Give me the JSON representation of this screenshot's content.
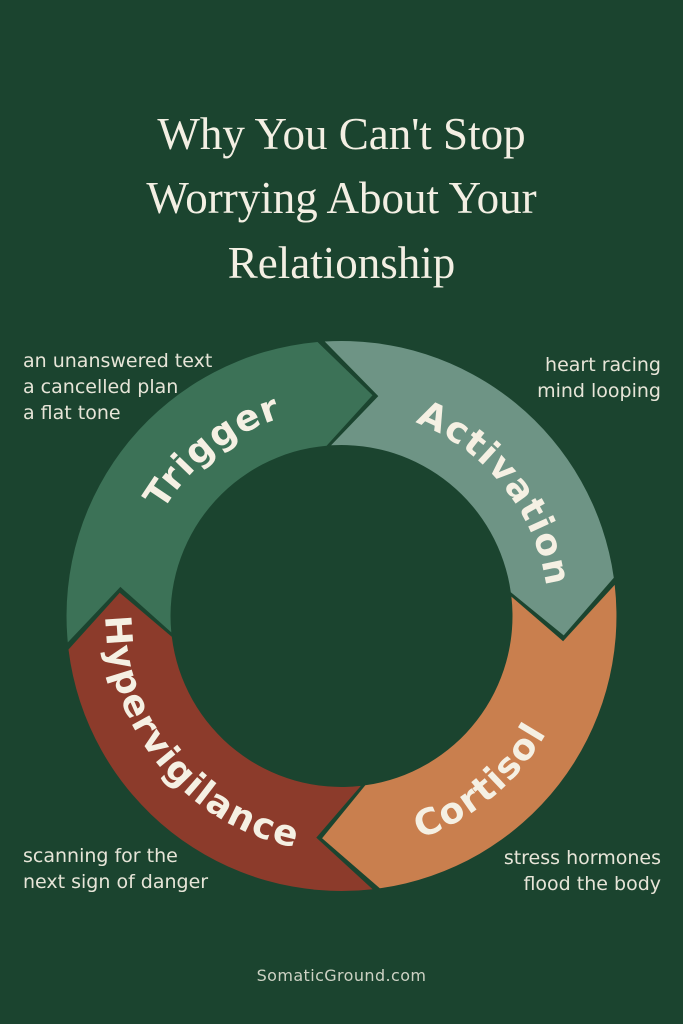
{
  "page": {
    "background_color": "#1B442F",
    "text_color": "#F3EFE3",
    "footer": "SomaticGround.com"
  },
  "title": {
    "line1": "Why You Can't Stop",
    "line2": "Worrying About Your",
    "line3": "Relationship"
  },
  "diagram": {
    "type": "cycle",
    "label_color": "#F5F0E3",
    "segments": [
      {
        "id": "trigger",
        "label": "Trigger",
        "color": "#3C7257",
        "note": "an unanswered text\na cancelled plan\na flat tone"
      },
      {
        "id": "activation",
        "label": "Activation",
        "color": "#6E9485",
        "note": "heart racing\nmind looping"
      },
      {
        "id": "cortisol",
        "label": "Cortisol",
        "color": "#C97F4E",
        "note": "stress hormones\nflood the body"
      },
      {
        "id": "hypervigilance",
        "label": "Hypervigilance",
        "color": "#8C3B2B",
        "note": "scanning for the\nnext sign of danger"
      }
    ]
  }
}
